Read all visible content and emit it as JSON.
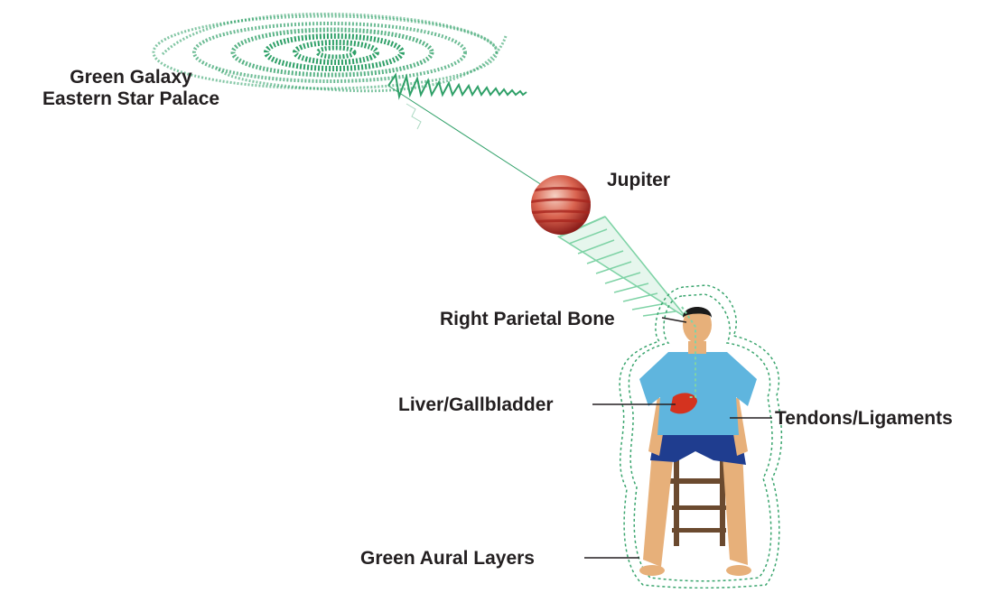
{
  "labels": {
    "galaxy_line1": "Green  Galaxy",
    "galaxy_line2": "Eastern Star Palace",
    "jupiter": "Jupiter",
    "parietal": "Right Parietal Bone",
    "liver": "Liver/Gallbladder",
    "tendons": "Tendons/Ligaments",
    "aural": "Green Aural Layers"
  },
  "colors": {
    "galaxy_green": "#2fa068",
    "light_green": "#7fd3a6",
    "planet_red": "#c8322d",
    "shirt_blue": "#5fb5de",
    "shorts_navy": "#1f3d8f",
    "skin": "#e7b07a",
    "chair_brown": "#6b4a2f",
    "liver_red": "#d4331f",
    "text": "#231f20"
  }
}
